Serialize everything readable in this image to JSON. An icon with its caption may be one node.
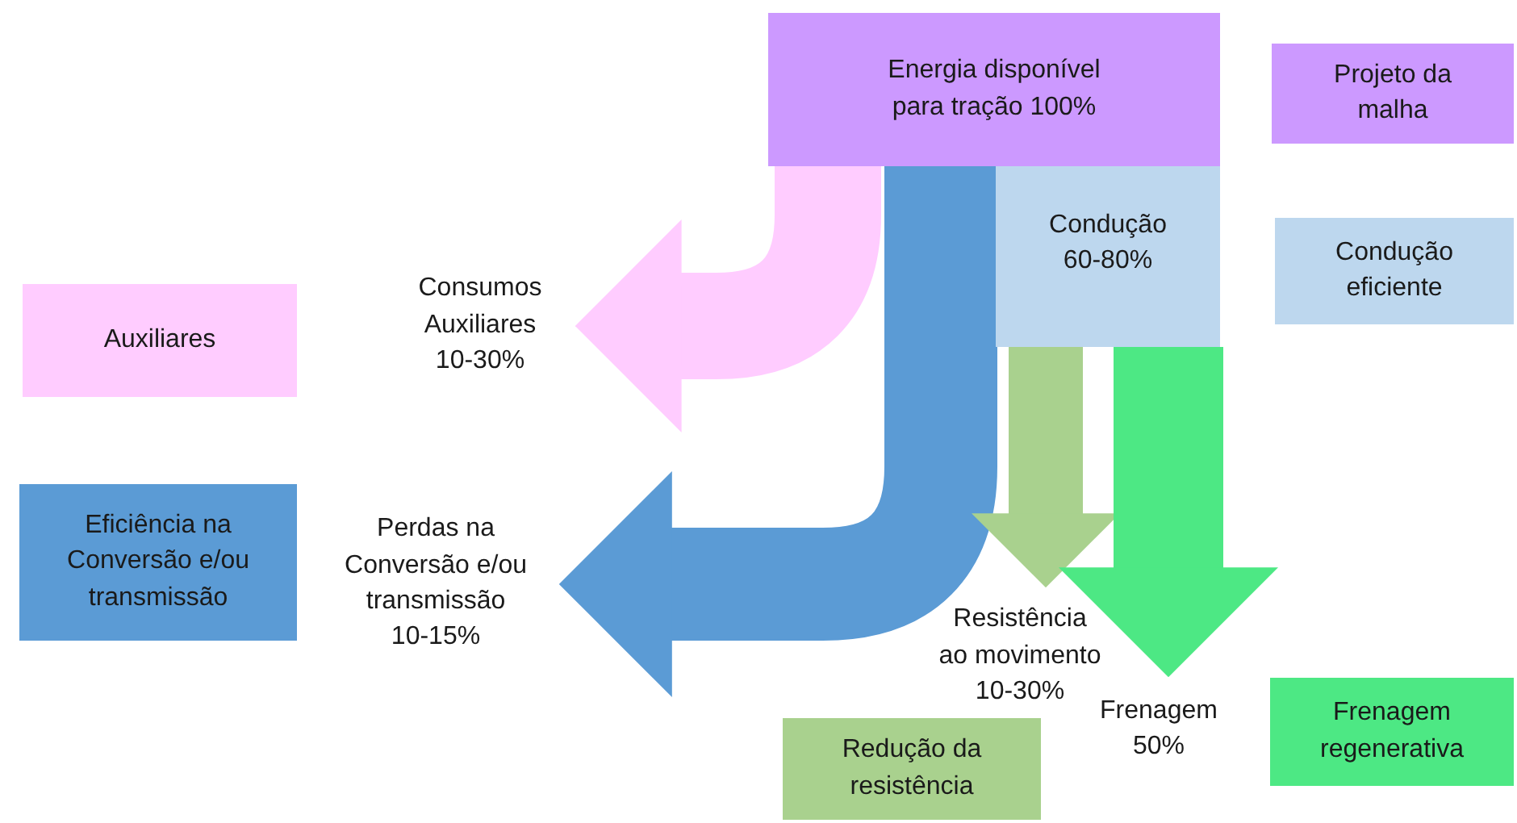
{
  "diagram": {
    "nodes": [
      {
        "text": [
          "Energia disponível para tração 100%"
        ]
      },
      {
        "text": [
          "Projeto da malha"
        ]
      },
      {
        "text": [
          "Auxiliares"
        ]
      },
      {
        "text": [
          "Consumos Auxiliares 10-30%"
        ]
      },
      {
        "text": [
          "Condução 60-80%"
        ]
      },
      {
        "text": [
          "Condução eficiente"
        ]
      },
      {
        "text": [
          "Eficiência na Conversão e/ou transmissão"
        ]
      },
      {
        "text": [
          "Perdas na Conversão e/ou transmissão 10-15%"
        ]
      },
      {
        "text": [
          "Resistência ao movimento 10-30%"
        ]
      },
      {
        "text": [
          "Frenagem 50%"
        ]
      },
      {
        "text": [
          "Redução da resistência"
        ]
      },
      {
        "text": [
          "Frenagem regenerativa"
        ]
      }
    ],
    "edges": [
      {
        "from": 0,
        "to": 3,
        "arrow": "to",
        "color": "#ffccff"
      },
      {
        "from": 0,
        "to": 7,
        "arrow": "to",
        "color": "#5b9bd5"
      },
      {
        "from": 4,
        "to": 8,
        "arrow": "to",
        "color": "#a9d18e"
      },
      {
        "from": 4,
        "to": 9,
        "arrow": "to",
        "color": "#4de884"
      }
    ]
  }
}
